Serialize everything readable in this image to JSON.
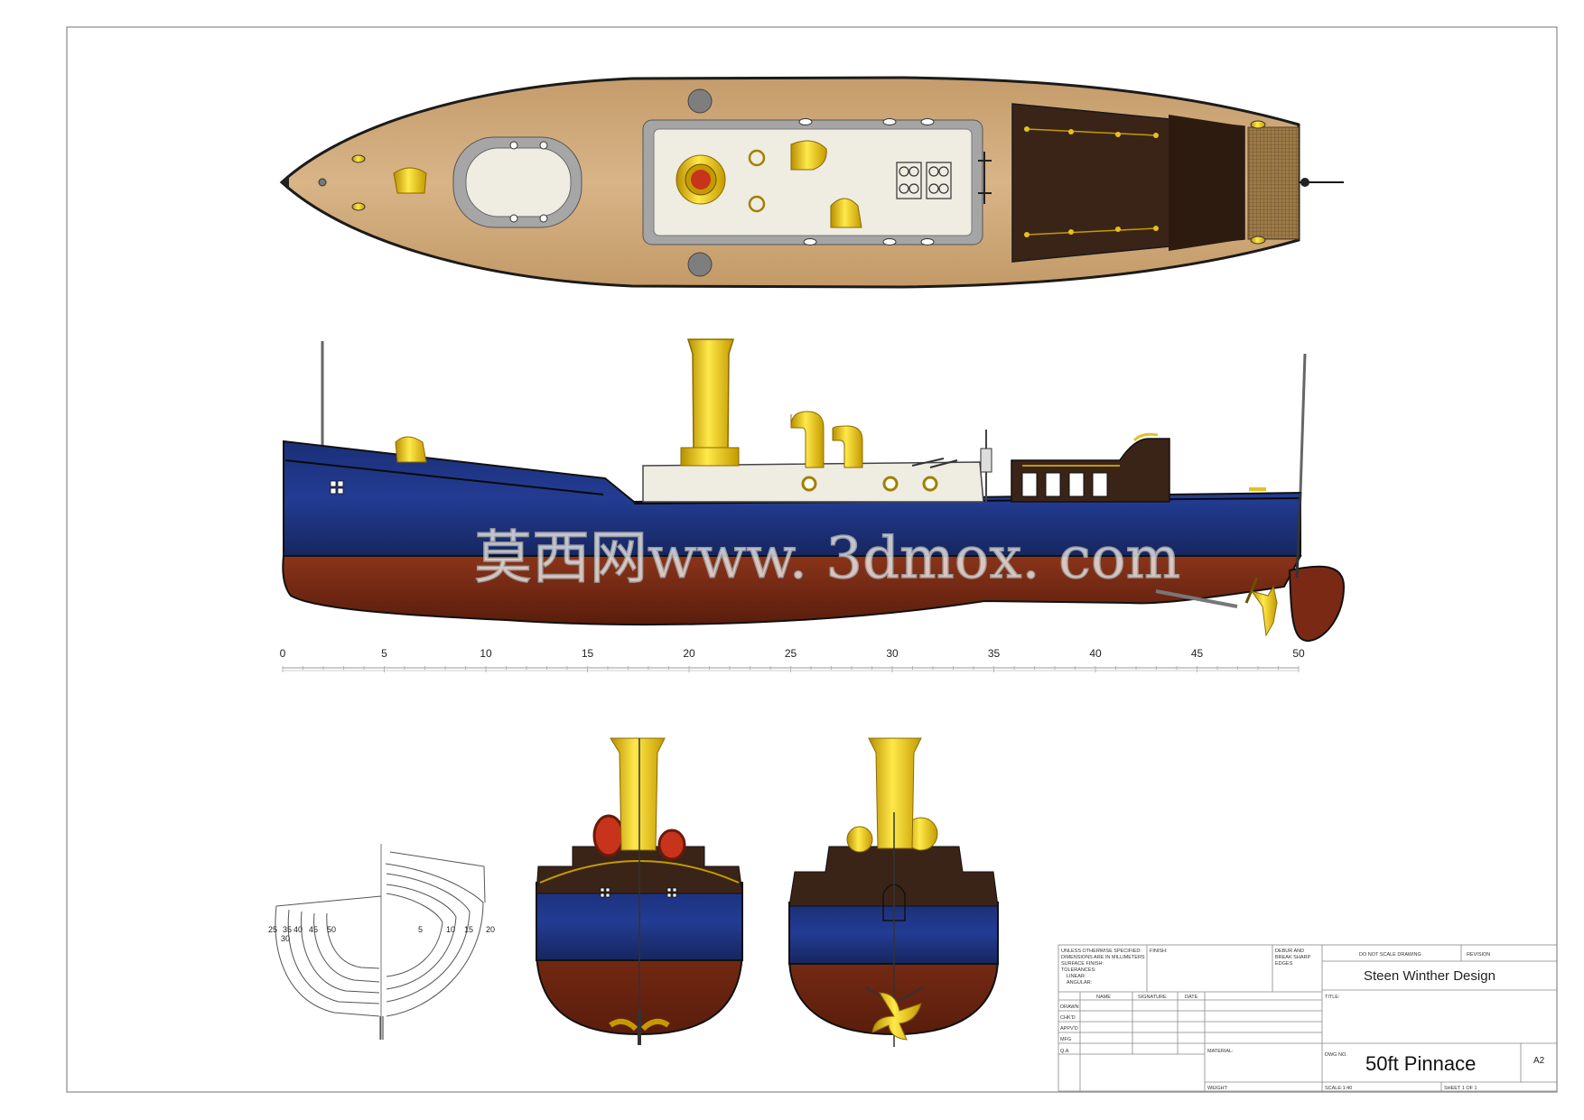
{
  "watermark": "莫西网www. 3dmox. com",
  "scale_ticks": [
    "0",
    "5",
    "10",
    "15",
    "20",
    "25",
    "30",
    "35",
    "40",
    "45",
    "50"
  ],
  "body_plan": {
    "aft_labels": [
      "25",
      "35",
      "40",
      "45",
      "50",
      "30"
    ],
    "fwd_labels": [
      "5",
      "10",
      "15",
      "20"
    ]
  },
  "title_block": {
    "unless_lines": [
      "UNLESS OTHERWISE SPECIFIED:",
      "DIMENSIONS ARE IN MILLIMETERS",
      "SURFACE FINISH:",
      "TOLERANCES:",
      "LINEAR:",
      "ANGULAR:"
    ],
    "finish": "FINISH:",
    "deburr_lines": [
      "DEBUR AND",
      "BREAK SHARP",
      "EDGES"
    ],
    "do_not_scale": "DO NOT SCALE DRAWING",
    "revision": "REVISION",
    "company": "Steen Winther Design",
    "col_name": "NAME",
    "col_signature": "SIGNATURE",
    "col_date": "DATE",
    "title_label": "TITLE:",
    "rows": [
      "DRAWN",
      "CHK'D",
      "APPV'D",
      "MFG",
      "Q.A"
    ],
    "material": "MATERIAL:",
    "weight": "WEIGHT:",
    "dwg_no_label": "DWG NO.",
    "dwg_title": "50ft Pinnace",
    "size": "A2",
    "scale": "SCALE:1:40",
    "sheet": "SHEET 1 OF 1"
  }
}
